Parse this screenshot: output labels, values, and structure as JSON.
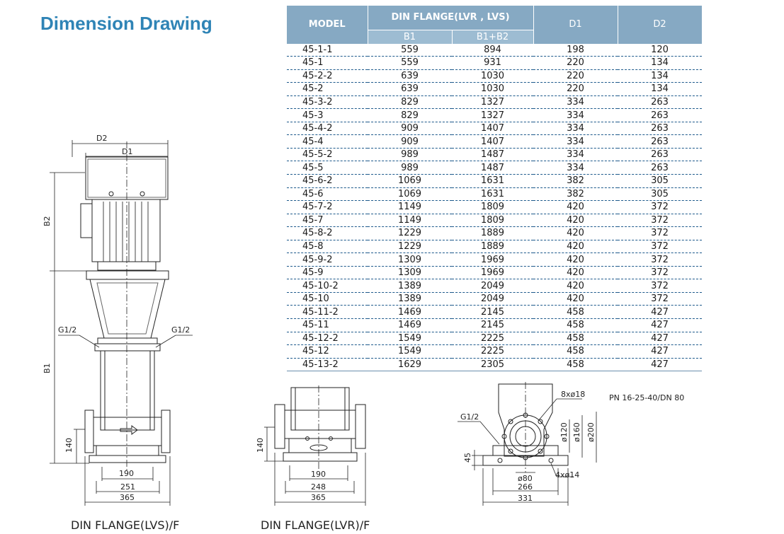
{
  "title": "Dimension Drawing",
  "table": {
    "header": {
      "model": "MODEL",
      "din_flange": "DIN FLANGE(LVR , LVS)",
      "b1": "B1",
      "b1b2": "B1+B2",
      "d1": "D1",
      "d2": "D2"
    },
    "rows": [
      [
        "45-1-1",
        "559",
        "894",
        "198",
        "120"
      ],
      [
        "45-1",
        "559",
        "931",
        "220",
        "134"
      ],
      [
        "45-2-2",
        "639",
        "1030",
        "220",
        "134"
      ],
      [
        "45-2",
        "639",
        "1030",
        "220",
        "134"
      ],
      [
        "45-3-2",
        "829",
        "1327",
        "334",
        "263"
      ],
      [
        "45-3",
        "829",
        "1327",
        "334",
        "263"
      ],
      [
        "45-4-2",
        "909",
        "1407",
        "334",
        "263"
      ],
      [
        "45-4",
        "909",
        "1407",
        "334",
        "263"
      ],
      [
        "45-5-2",
        "989",
        "1487",
        "334",
        "263"
      ],
      [
        "45-5",
        "989",
        "1487",
        "334",
        "263"
      ],
      [
        "45-6-2",
        "1069",
        "1631",
        "382",
        "305"
      ],
      [
        "45-6",
        "1069",
        "1631",
        "382",
        "305"
      ],
      [
        "45-7-2",
        "1149",
        "1809",
        "420",
        "372"
      ],
      [
        "45-7",
        "1149",
        "1809",
        "420",
        "372"
      ],
      [
        "45-8-2",
        "1229",
        "1889",
        "420",
        "372"
      ],
      [
        "45-8",
        "1229",
        "1889",
        "420",
        "372"
      ],
      [
        "45-9-2",
        "1309",
        "1969",
        "420",
        "372"
      ],
      [
        "45-9",
        "1309",
        "1969",
        "420",
        "372"
      ],
      [
        "45-10-2",
        "1389",
        "2049",
        "420",
        "372"
      ],
      [
        "45-10",
        "1389",
        "2049",
        "420",
        "372"
      ],
      [
        "45-11-2",
        "1469",
        "2145",
        "458",
        "427"
      ],
      [
        "45-11",
        "1469",
        "2145",
        "458",
        "427"
      ],
      [
        "45-12-2",
        "1549",
        "2225",
        "458",
        "427"
      ],
      [
        "45-12",
        "1549",
        "2225",
        "458",
        "427"
      ],
      [
        "45-13-2",
        "1629",
        "2305",
        "458",
        "427"
      ]
    ]
  },
  "drawings": {
    "lvs": {
      "caption": "DIN FLANGE(LVS)/F",
      "d2": "D2",
      "d1": "D1",
      "b2": "B2",
      "b1": "B1",
      "g_left": "G1/2",
      "g_right": "G1/2",
      "h140": "140",
      "w190": "190",
      "w251": "251",
      "w365": "365"
    },
    "lvr": {
      "caption": "DIN FLANGE(LVR)/F",
      "h140": "140",
      "w190": "190",
      "w248": "248",
      "w365": "365"
    },
    "flange": {
      "g": "G1/2",
      "bolts": "8xø18",
      "pn": "PN 16-25-40/DN 80",
      "d120": "ø120",
      "d160": "ø160",
      "d200": "ø200",
      "h45": "45",
      "d80": "ø80",
      "holes": "4xø14",
      "w266": "266",
      "w331": "331"
    }
  }
}
